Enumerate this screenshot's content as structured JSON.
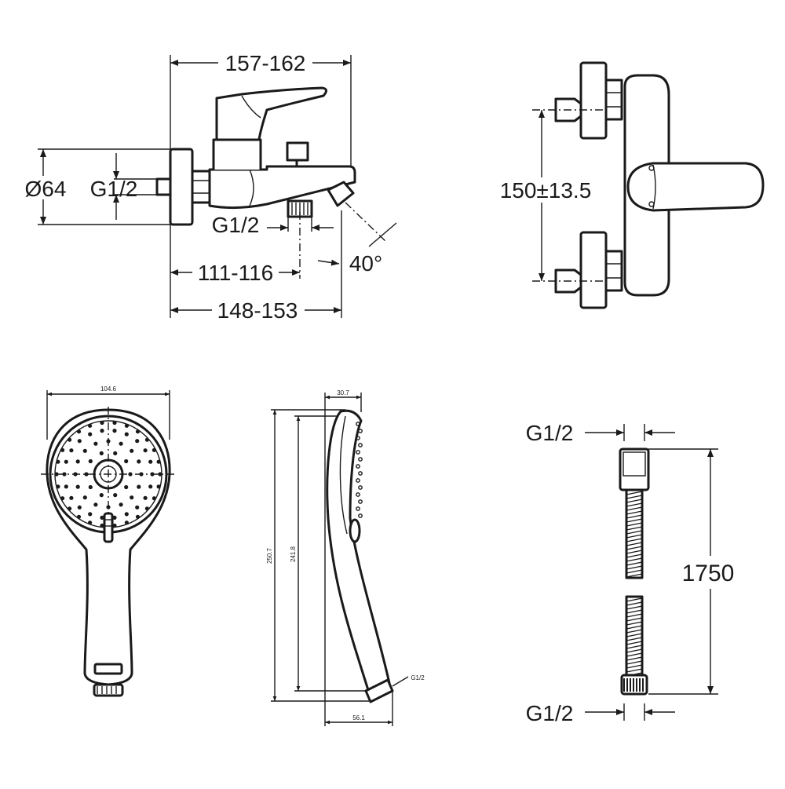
{
  "faucet_side": {
    "overall_width": "157-162",
    "diameter": "Ø64",
    "inlet_thread": "G1/2",
    "outlet_thread": "G1/2",
    "outlet_distance": "111-116",
    "spout_length": "148-153",
    "spout_angle": "40°"
  },
  "faucet_top": {
    "center_distance": "150±13.5"
  },
  "hand_shower": {
    "head_width": "104.6",
    "depth": "30.7",
    "total_length": "250.7",
    "handle_length": "241.8",
    "base_width": "56.1",
    "thread": "G1/2"
  },
  "hose": {
    "top_thread": "G1/2",
    "length": "1750",
    "bottom_thread": "G1/2"
  },
  "colors": {
    "line": "#1a1a1a",
    "background": "#ffffff"
  }
}
